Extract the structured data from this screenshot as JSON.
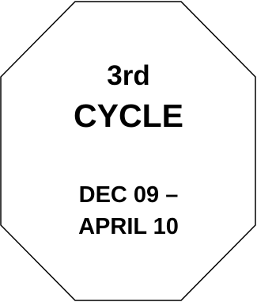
{
  "sign": {
    "shape": "octagon",
    "fill_color": "#ffffff",
    "stroke_color": "#000000",
    "cycle_number": "3rd",
    "cycle_word": "CYCLE",
    "date_start": "DEC 09 –",
    "date_end": "APRIL 10"
  }
}
